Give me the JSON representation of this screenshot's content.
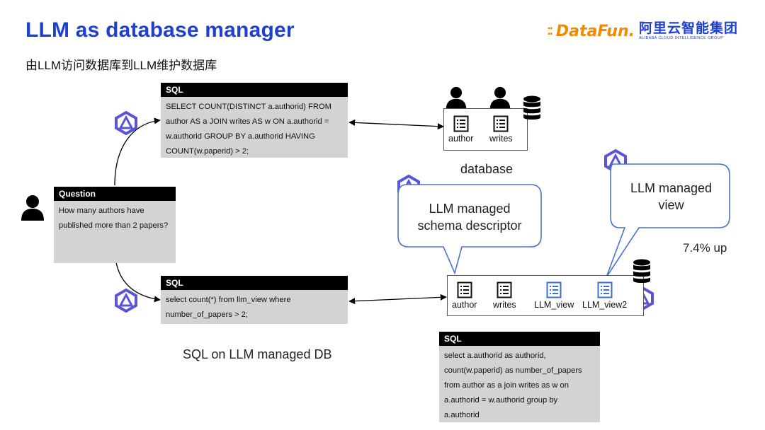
{
  "header": {
    "title": "LLM as database manager",
    "subtitle": "由LLM访问数据库到LLM维护数据库",
    "logo_brand": "DataFun.",
    "logo_org": "阿里云智能集团",
    "logo_org_en": "ALIBABA CLOUD INTELLIGENCE GROUP"
  },
  "question": {
    "heading": "Question",
    "text": "How many authors have published more than 2 papers?"
  },
  "sql_top": {
    "heading": "SQL",
    "text": "SELECT COUNT(DISTINCT a.authorid) FROM author AS a JOIN writes AS w ON a.authorid = w.authorid GROUP BY a.authorid HAVING COUNT(w.paperid) > 2;"
  },
  "sql_bottom": {
    "heading": "SQL",
    "text": "select count(*) from llm_view where number_of_papers > 2;"
  },
  "sql_view": {
    "heading": "SQL",
    "text": "select a.authorid as authorid, count(w.paperid) as number_of_papers from author as a join writes as w on a.authorid = w.authorid group by a.authorid"
  },
  "database_top": {
    "tables": [
      "author",
      "writes"
    ],
    "caption": "database"
  },
  "database_bottom": {
    "tables": [
      "author",
      "writes",
      "LLM_view",
      "LLM_view2"
    ]
  },
  "callouts": {
    "schema": "LLM managed schema descriptor",
    "view": "LLM managed view"
  },
  "improvement": "7.4% up",
  "caption_bottom": "SQL on LLM managed DB",
  "colors": {
    "title": "#1f3fd1",
    "callout_border": "#4a74c9",
    "llm_icon": "#5a55d6",
    "managed_table_icon": "#3b6fd1"
  },
  "icons": {
    "person": "person-icon",
    "llm": "llm-logo-icon",
    "database": "database-icon",
    "table": "table-icon"
  }
}
